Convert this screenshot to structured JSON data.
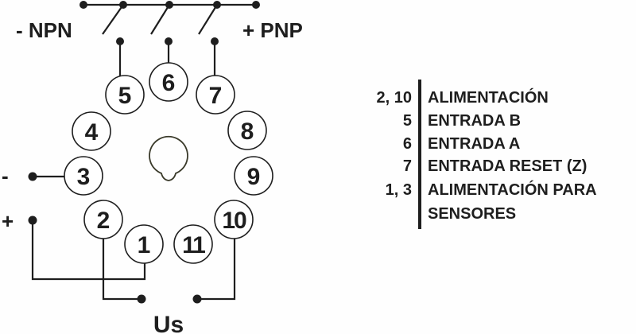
{
  "labels": {
    "npn": "- NPN",
    "pnp": "+ PNP",
    "minus": "-",
    "plus": "+",
    "us": "Us"
  },
  "pins": [
    "1",
    "2",
    "3",
    "4",
    "5",
    "6",
    "7",
    "8",
    "9",
    "10",
    "11"
  ],
  "legend": [
    {
      "pins": "2, 10",
      "text": "ALIMENTACIÓN"
    },
    {
      "pins": "5",
      "text": "ENTRADA B"
    },
    {
      "pins": "6",
      "text": "ENTRADA A"
    },
    {
      "pins": "7",
      "text": "ENTRADA RESET (Z)"
    },
    {
      "pins": "1, 3",
      "text": "ALIMENTACIÓN PARA"
    },
    {
      "pins": "",
      "text": "SENSORES"
    }
  ]
}
